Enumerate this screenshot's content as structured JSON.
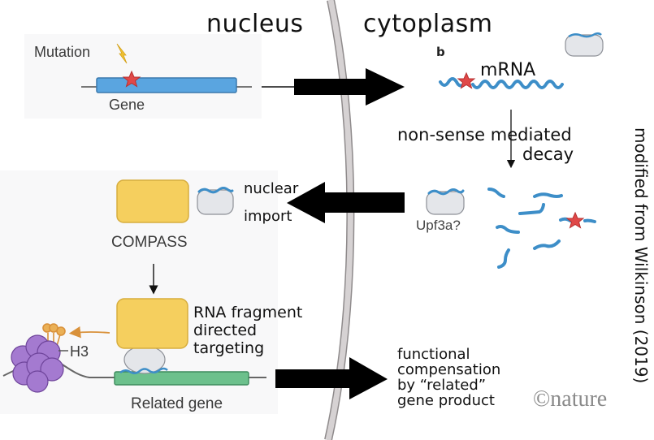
{
  "compartments": {
    "left": "nucleus",
    "right": "cytoplasm"
  },
  "gene_panel": {
    "mutation_label": "Mutation",
    "gene_label": "Gene",
    "mutation_icon": "lightning-bolt-icon",
    "mutation_marker": "star-icon"
  },
  "mrna_section": {
    "panel_letter": "b",
    "mrna_label": "mRNA",
    "nmd_label_line1": "non-sense mediated",
    "nmd_label_line2": "decay"
  },
  "decay_section": {
    "protein_label": "Upf3a?"
  },
  "import_section": {
    "line1": "nuclear",
    "line2": "import"
  },
  "compass_panel": {
    "complex_label": "COMPASS",
    "histone_label": "H3",
    "related_gene_label": "Related gene",
    "targeting_line1": "RNA fragment",
    "targeting_line2": "directed",
    "targeting_line3": "targeting"
  },
  "outcome": {
    "line1": "functional",
    "line2": "compensation",
    "line3": "by “related”",
    "line4": "gene product"
  },
  "credit": {
    "source": "modified from Wilkinson (2019)",
    "publisher": "©nature"
  },
  "colors": {
    "gene": "#5aa5e0",
    "related_gene": "#6cc08c",
    "compass": "#f5cf5e",
    "rna": "#3d8ec8",
    "mutation_star": "#e04848",
    "histone": "#9b6cc4",
    "methyl": "#e8a845",
    "membrane": "#cfcbcc"
  }
}
